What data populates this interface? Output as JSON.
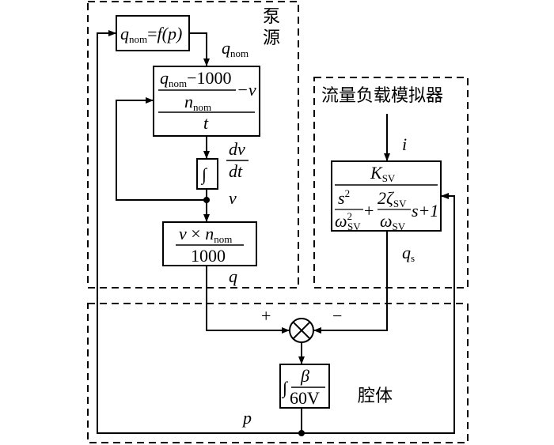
{
  "regions": {
    "pump_source": "泵源",
    "flow_load_simulator": "流量负载模拟器",
    "chamber": "腔体"
  },
  "blocks": {
    "qnom_func": {
      "q": "q",
      "sub": "nom",
      "rest": "=",
      "f": "f",
      "p": "(p)"
    },
    "accel": {
      "num_q": "q",
      "num_sub": "nom",
      "num_rest": "−1000",
      "den_n": "n",
      "den_sub": "nom",
      "minus_v": "−v",
      "denominator": "t"
    },
    "integrator": {
      "symbol": "∫"
    },
    "flow_calc": {
      "num_v": "v",
      "times": " × ",
      "num_n": "n",
      "num_sub": "nom",
      "den": "1000"
    },
    "sv_tf": {
      "num_K": "K",
      "num_sub": "SV",
      "s2": "s",
      "sup2": "2",
      "omega": "ω",
      "omega_sup": "2",
      "omega_sub": "SV",
      "plus": "+",
      "two_zeta": "2ζ",
      "zeta_sub": "SV",
      "omega2": "ω",
      "omega2_sub": "SV",
      "s_plus_1": "s+1"
    },
    "chamber_tf": {
      "int": "∫",
      "num": "β",
      "den": "60V"
    }
  },
  "signals": {
    "q_nom": {
      "q": "q",
      "sub": "nom"
    },
    "dv_dt": {
      "num": "dv",
      "den": "dt"
    },
    "v": "v",
    "q": "q",
    "i": "i",
    "q_s": {
      "q": "q",
      "sub": "s"
    },
    "p": "p",
    "plus_sign": "+",
    "minus_sign": "−"
  },
  "summing_junction": {
    "symbol": "⊗"
  }
}
